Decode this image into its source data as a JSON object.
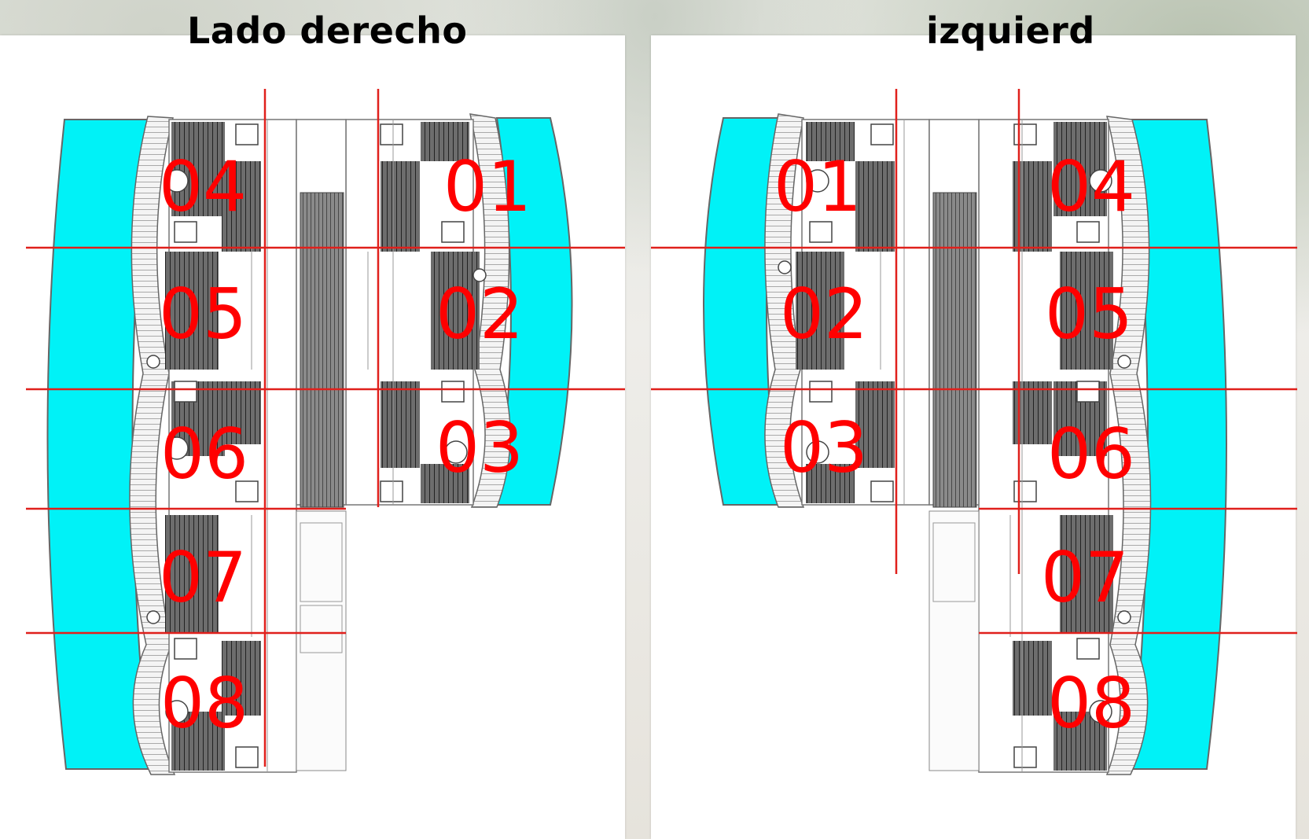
{
  "headings": {
    "right_side": "Lado derecho",
    "left_side": "izquierd"
  },
  "right_plan": {
    "units": [
      "04",
      "05",
      "06",
      "07",
      "08",
      "01",
      "02",
      "03"
    ]
  },
  "left_plan": {
    "units": [
      "01",
      "02",
      "03",
      "04",
      "05",
      "06",
      "07",
      "08"
    ]
  },
  "colors": {
    "pool": "#00f2f7",
    "label": "#ff0000",
    "divider": "#e0201c",
    "linework": "#555555"
  }
}
